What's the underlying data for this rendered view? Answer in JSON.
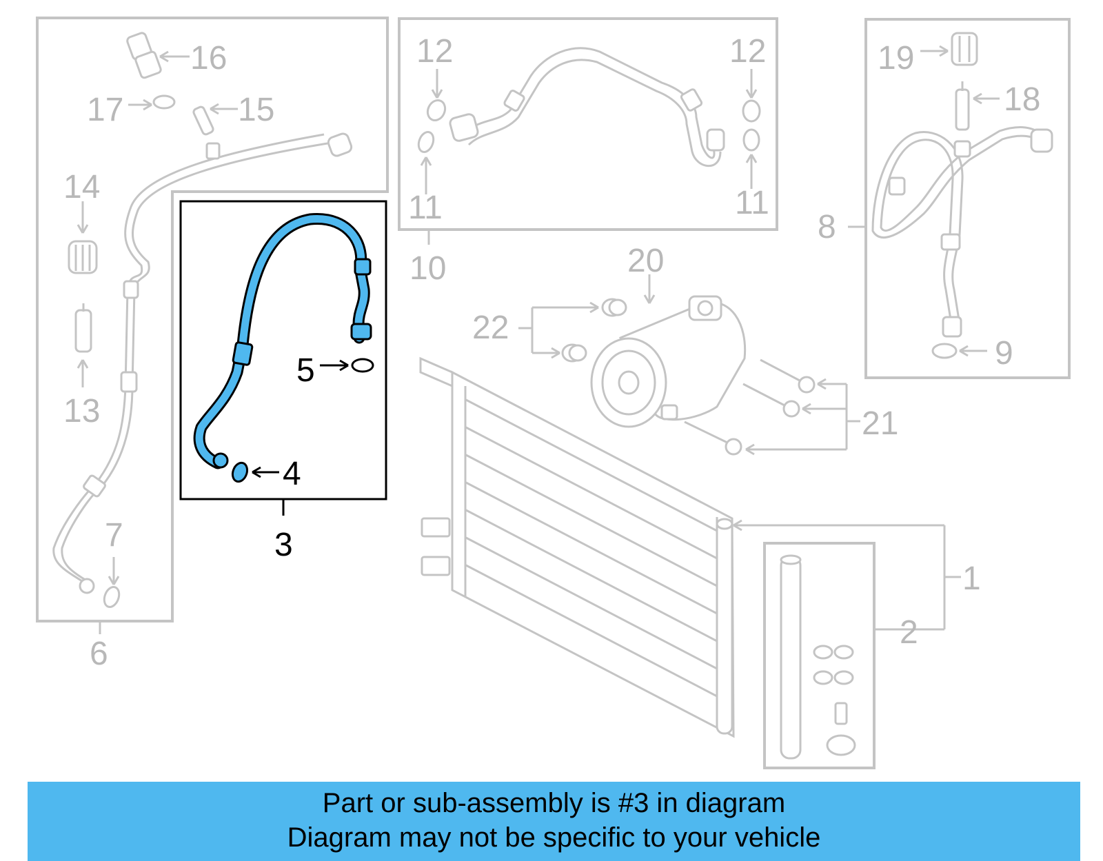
{
  "callouts": {
    "c1": "1",
    "c2": "2",
    "c3": "3",
    "c4": "4",
    "c5": "5",
    "c6": "6",
    "c7": "7",
    "c8": "8",
    "c9": "9",
    "c10": "10",
    "c11a": "11",
    "c11b": "11",
    "c12a": "12",
    "c12b": "12",
    "c13": "13",
    "c14": "14",
    "c15": "15",
    "c16": "16",
    "c17": "17",
    "c18": "18",
    "c19": "19",
    "c20": "20",
    "c21": "21",
    "c22": "22"
  },
  "colors": {
    "highlight_part": "#4fb8ef",
    "banner_background": "#4fb8ef",
    "inactive_parts": "#c4c4c4"
  },
  "banner": {
    "line1": "Part or sub-assembly is #3 in diagram",
    "line2": "Diagram may not be specific to your vehicle"
  }
}
